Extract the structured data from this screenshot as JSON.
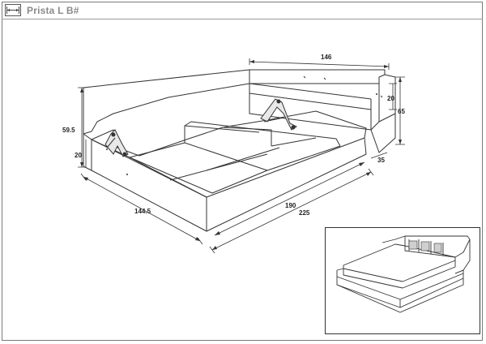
{
  "header": {
    "title": "Prista L B#",
    "icon": "width-arrows-icon"
  },
  "dimensions": {
    "headboard_width": "146",
    "headboard_top_height": "20",
    "headboard_height": "65",
    "headboard_depth": "35",
    "frame_height": "59.5",
    "side_height": "20",
    "mattress_width": "144.5",
    "mattress_length": "190",
    "overall_length": "225"
  },
  "colors": {
    "line": "#333333",
    "frame": "#7a7a7a"
  }
}
